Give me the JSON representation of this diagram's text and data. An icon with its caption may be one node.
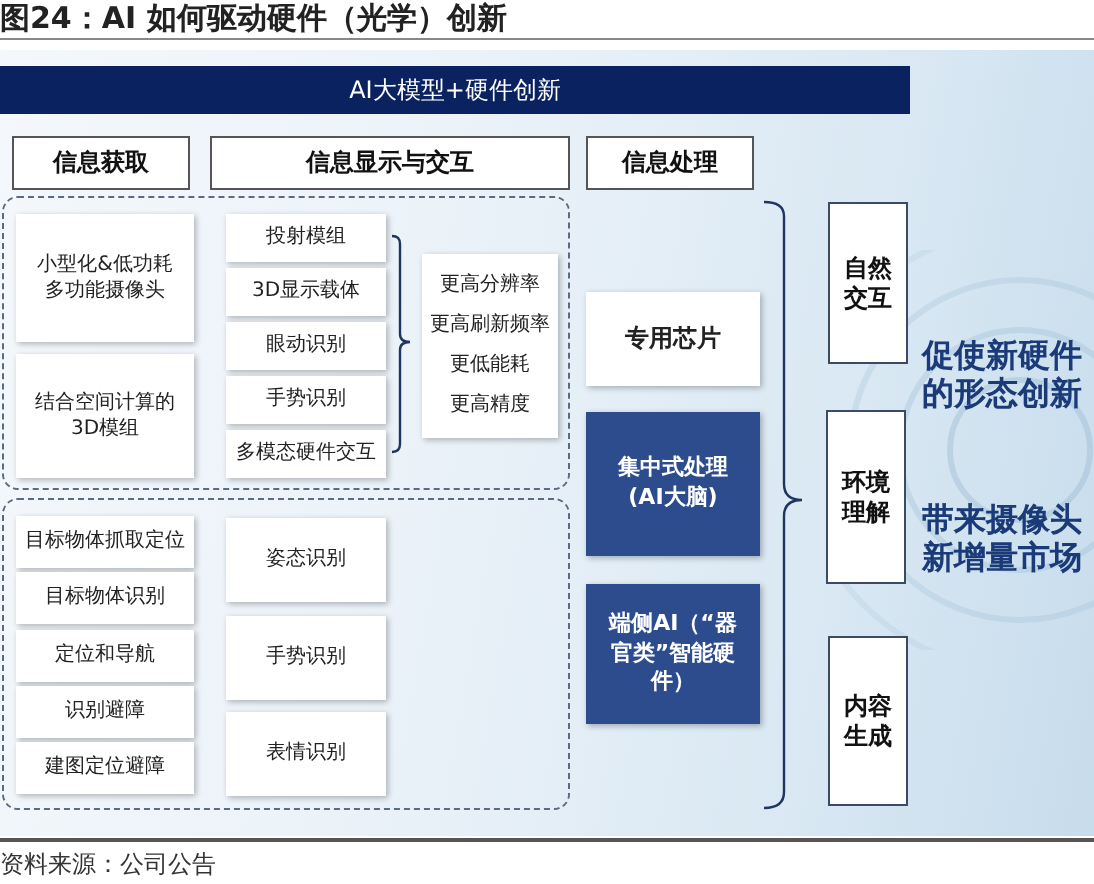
{
  "diagram": {
    "title": "图24：AI 如何驱动硬件（光学）创新",
    "caption": "资料来源：公司公告",
    "nodes": [
      {
        "text": [
          "AI大模型+硬件创新"
        ]
      },
      {
        "text": [
          "信息获取"
        ]
      },
      {
        "text": [
          "信息显示与交互"
        ]
      },
      {
        "text": [
          "信息处理"
        ]
      },
      {
        "text": [],
        "shape": "box"
      },
      {
        "text": [
          "小型化&低功耗多功能摄像头"
        ],
        "in": 4
      },
      {
        "text": [
          "结合空间计算的3D模组"
        ],
        "in": 4
      },
      {
        "text": [
          "投射模组"
        ],
        "in": 4
      },
      {
        "text": [
          "3D显示载体"
        ],
        "in": 4
      },
      {
        "text": [
          "眼动识别"
        ],
        "in": 4
      },
      {
        "text": [
          "手势识别"
        ],
        "in": 4
      },
      {
        "text": [
          "多模态硬件交互"
        ],
        "in": 4
      },
      {
        "text": [
          "更高分辨率",
          "更高刷新频率",
          "更低能耗",
          "更高精度"
        ],
        "in": 4
      },
      {
        "text": [
          "专用芯片"
        ]
      },
      {
        "text": [
          "集中式处理(AI大脑)"
        ]
      },
      {
        "text": [],
        "shape": "box"
      },
      {
        "text": [
          "目标物体抓取定位"
        ],
        "in": 15
      },
      {
        "text": [
          "目标物体识别"
        ],
        "in": 15
      },
      {
        "text": [
          "定位和导航"
        ],
        "in": 15
      },
      {
        "text": [
          "识别避障"
        ],
        "in": 15
      },
      {
        "text": [
          "建图定位避障"
        ],
        "in": 15
      },
      {
        "text": [
          "姿态识别"
        ],
        "in": 15
      },
      {
        "text": [
          "手势识别"
        ],
        "in": 15
      },
      {
        "text": [
          "表情识别"
        ],
        "in": 15
      },
      {
        "text": [
          "端侧AI（“器官类”智能硬件）"
        ]
      },
      {
        "text": [
          "自然交互"
        ]
      },
      {
        "text": [
          "环境理解"
        ]
      },
      {
        "text": [
          "内容生成"
        ]
      }
    ],
    "labels": [
      "促使新硬件的形态创新",
      "带来摄像头新增量市场"
    ]
  }
}
